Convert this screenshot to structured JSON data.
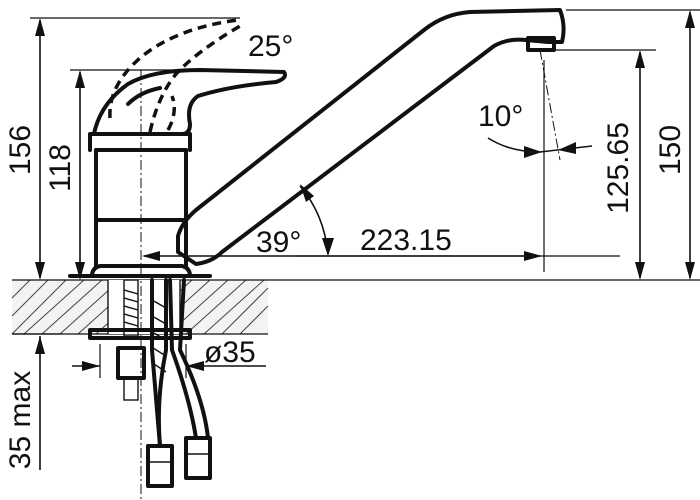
{
  "drawing": {
    "subject": "faucet-dimension-drawing",
    "dimensions": {
      "total_height": "156",
      "body_height": "118",
      "lever_angle": "25°",
      "spout_tilt": "10°",
      "spout_angle": "39°",
      "spout_reach": "223.15",
      "outlet_height": "125.65",
      "spout_height": "150",
      "hole_diameter": "ø35",
      "counter_thickness": "35 max"
    }
  }
}
